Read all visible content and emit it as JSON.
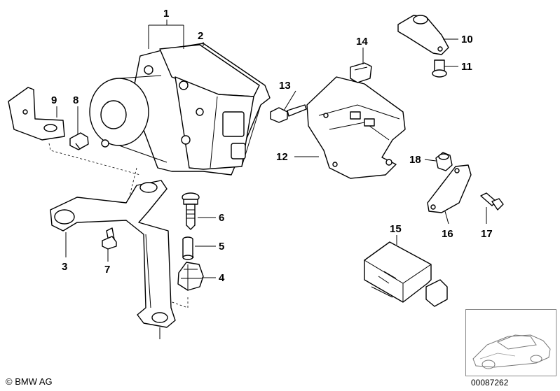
{
  "labels": {
    "l1": "1",
    "l2": "2",
    "l3": "3",
    "l4": "4",
    "l5": "5",
    "l6": "6",
    "l7": "7",
    "l8": "8",
    "l9": "9",
    "l10": "10",
    "l11": "11",
    "l12": "12",
    "l13": "13",
    "l14": "14",
    "l15": "15",
    "l16": "16",
    "l17": "17",
    "l18": "18"
  },
  "footer": {
    "copyright": "© BMW AG",
    "doc_number": "00087262"
  },
  "icons": {
    "copyright_symbol": "copyright-symbol",
    "thumbnail": "car-thumbnail-icon"
  }
}
